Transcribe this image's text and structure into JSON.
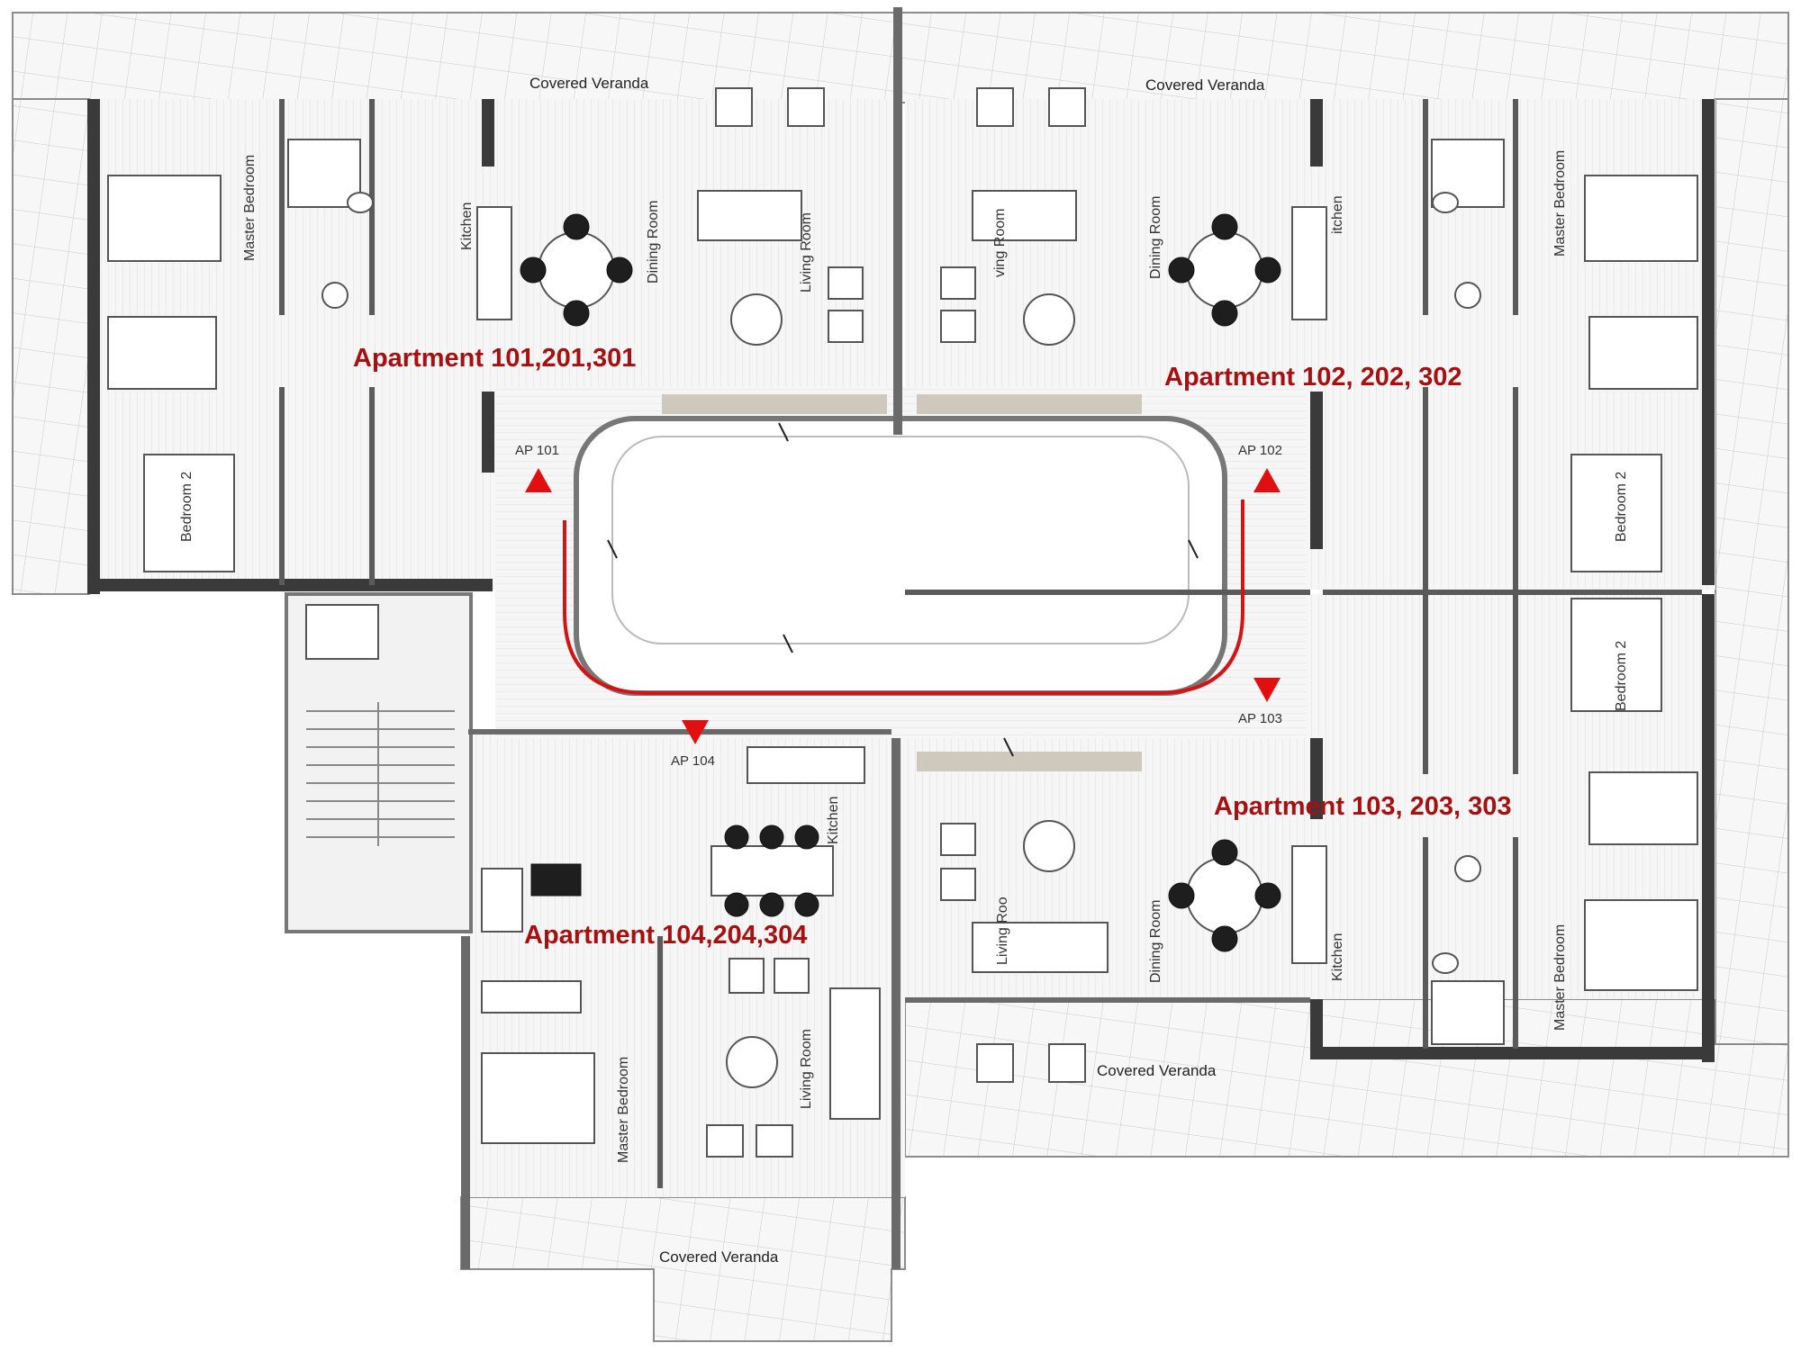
{
  "plan": {
    "verandas": {
      "nw": "Covered Veranda",
      "ne": "Covered Veranda",
      "se": "Covered Veranda",
      "s": "Covered Veranda"
    },
    "apartments": {
      "a1": "Apartment 101,201,301",
      "a2": "Apartment 102, 202, 302",
      "a3": "Apartment 103, 203, 303",
      "a4": "Apartment 104,204,304"
    },
    "entrances": {
      "e1": "AP 101",
      "e2": "AP 102",
      "e3": "AP 103",
      "e4": "AP 104"
    },
    "rooms": {
      "a1_master": "Master Bedroom",
      "a1_kitchen": "Kitchen",
      "a1_dining": "Dining Room",
      "a1_living": "Living Room",
      "a1_bed2": "Bedroom 2",
      "a2_living": "ving Room",
      "a2_dining": "Dining Room",
      "a2_kitchen": "itchen",
      "a2_master": "Master Bedroom",
      "a2_bed2": "Bedroom 2",
      "a3_bed2": "Bedroom 2",
      "a3_living": "Living Roo",
      "a3_dining": "Dining Room",
      "a3_kitchen": "Kitchen",
      "a3_master": "Master Bedroom",
      "a4_kitchen": "Kitchen",
      "a4_master": "Master Bedroom",
      "a4_living": "Living Room"
    },
    "colors": {
      "apartment_label": "#a61010",
      "marker": "#e10f0f",
      "walls": "#3a3a3a"
    }
  }
}
